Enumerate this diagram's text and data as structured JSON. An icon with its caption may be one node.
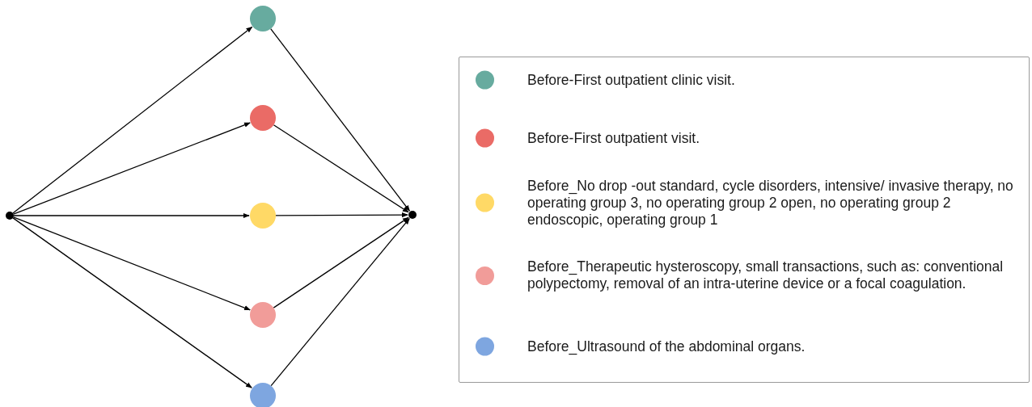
{
  "diagram": {
    "nodes": [
      {
        "text": [],
        "shape": "circle"
      },
      {
        "text": [],
        "shape": "circle"
      },
      {
        "text": [],
        "shape": "circle"
      },
      {
        "text": [],
        "shape": "circle"
      },
      {
        "text": [],
        "shape": "circle"
      },
      {
        "text": [],
        "shape": "circle"
      },
      {
        "text": [],
        "shape": "circle"
      }
    ],
    "edges": [
      {
        "from": 0,
        "to": 1,
        "arrow": "to"
      },
      {
        "from": 0,
        "to": 2,
        "arrow": "to"
      },
      {
        "from": 0,
        "to": 3,
        "arrow": "to"
      },
      {
        "from": 0,
        "to": 4,
        "arrow": "to"
      },
      {
        "from": 0,
        "to": 5,
        "arrow": "to"
      },
      {
        "from": 1,
        "to": 6,
        "arrow": "to"
      },
      {
        "from": 2,
        "to": 6,
        "arrow": "to"
      },
      {
        "from": 3,
        "to": 6,
        "arrow": "to"
      },
      {
        "from": 4,
        "to": 6,
        "arrow": "to"
      },
      {
        "from": 5,
        "to": 6,
        "arrow": "to"
      }
    ],
    "legend": [
      {
        "text": "Before-First outpatient clinic visit.",
        "color": "#67ab9f"
      },
      {
        "text": "Before-First outpatient visit.",
        "color": "#ea6b66"
      },
      {
        "text": "Before_No drop -out standard, cycle disorders, intensive/ invasive therapy, no operating group 3, no operating group 2 open, no operating group 2 endoscopic, operating group 1",
        "color": "#ffd966"
      },
      {
        "text": "Before_Therapeutic hysteroscopy, small transactions, such as: conventional polypectomy, removal of an intra-uterine device or a focal coagulation.",
        "color": "#f19c99"
      },
      {
        "text": "Before_Ultrasound of the abdominal organs.",
        "color": "#7ea6e0"
      }
    ]
  }
}
